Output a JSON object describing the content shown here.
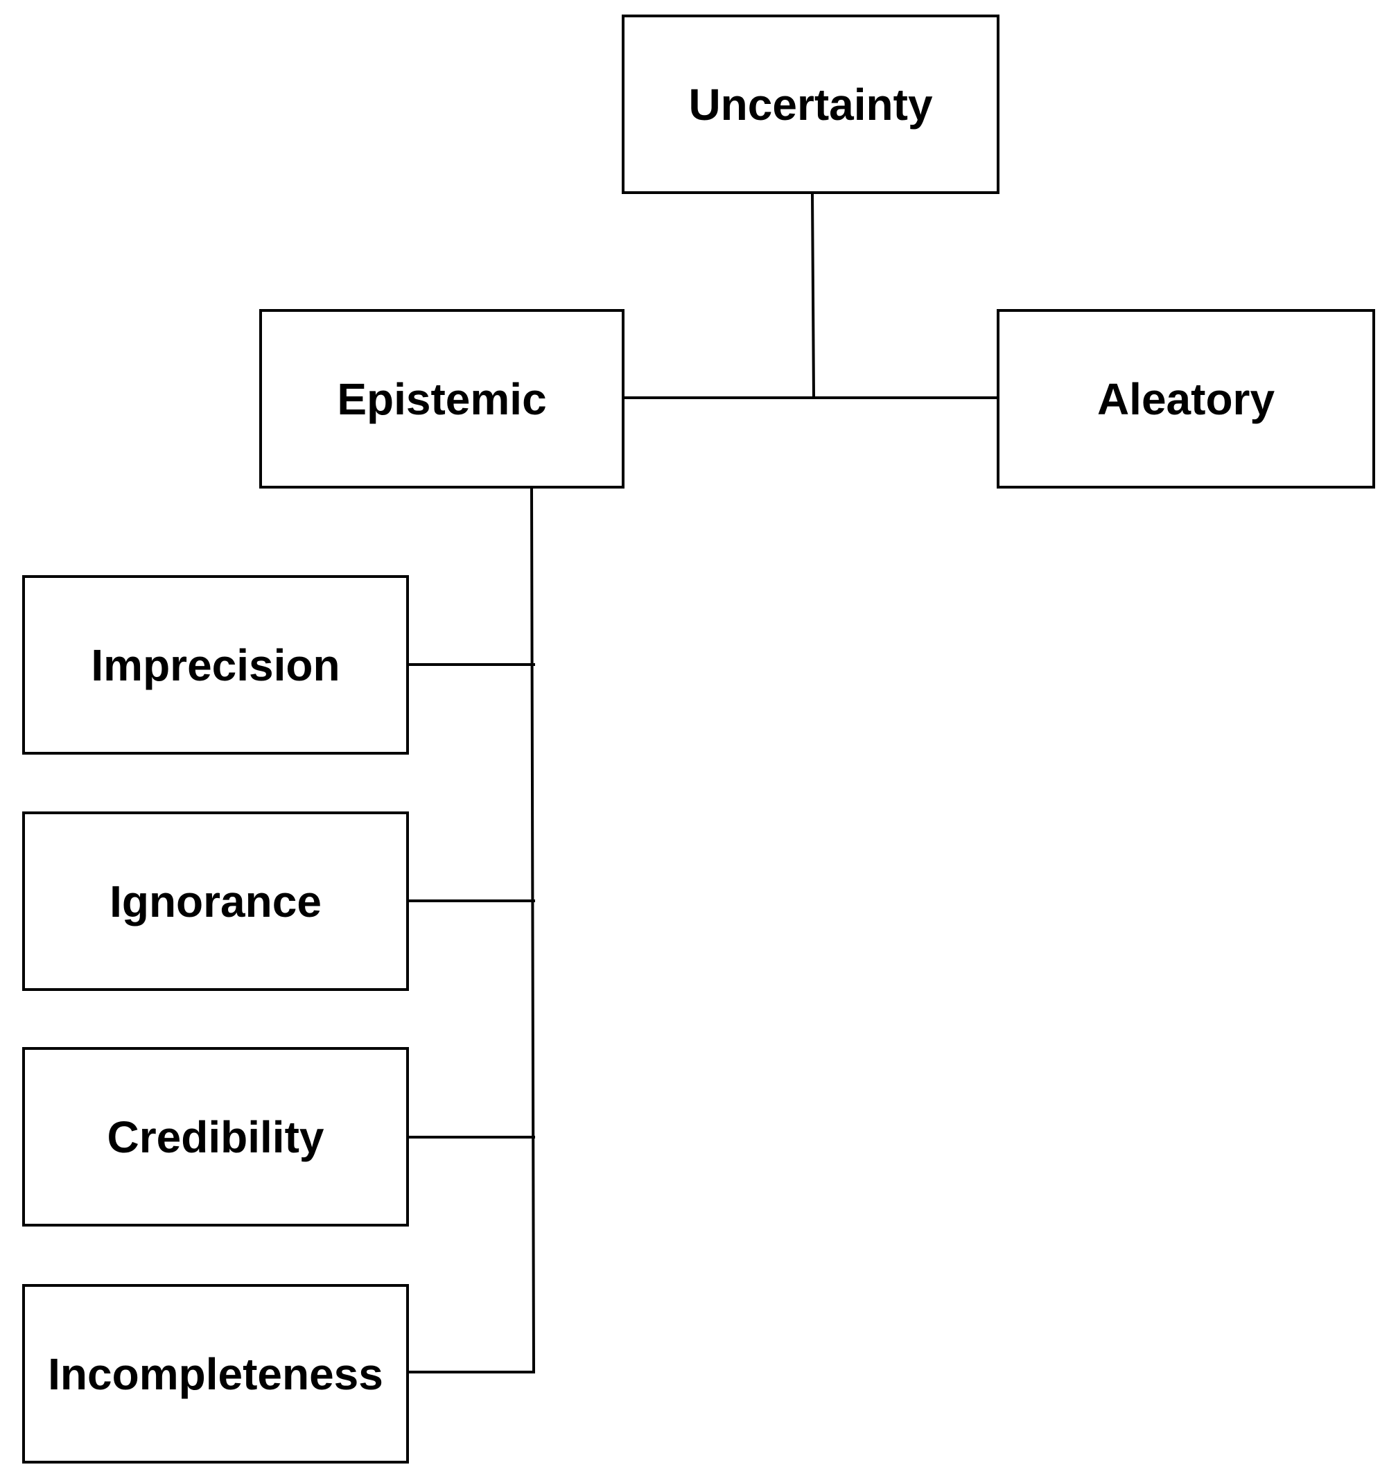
{
  "diagram": {
    "root": {
      "label": "Uncertainty"
    },
    "branches": {
      "epistemic": {
        "label": "Epistemic"
      },
      "aleatory": {
        "label": "Aleatory"
      }
    },
    "epistemic_children": [
      {
        "label": "Imprecision"
      },
      {
        "label": "Ignorance"
      },
      {
        "label": "Credibility"
      },
      {
        "label": "Incompleteness"
      }
    ]
  },
  "colors": {
    "stroke": "#000000",
    "background": "#ffffff",
    "text": "#000000"
  }
}
